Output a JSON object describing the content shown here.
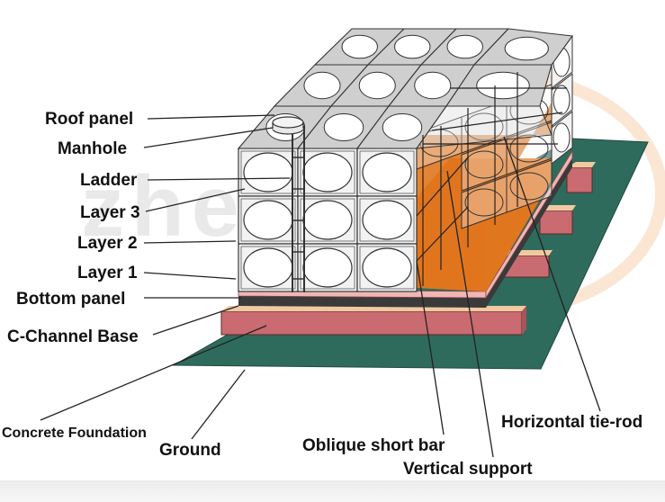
{
  "diagram": {
    "labels": {
      "roof_panel": "Roof panel",
      "manhole": "Manhole",
      "ladder": "Ladder",
      "layer_3": "Layer 3",
      "layer_2": "Layer 2",
      "layer_1": "Layer 1",
      "bottom_panel": "Bottom panel",
      "c_channel_base": "C-Channel Base",
      "concrete_foundation": "Concrete Foundation",
      "ground": "Ground",
      "oblique_short_bar": "Oblique short bar",
      "vertical_support": "Vertical support",
      "horizontal_tie_rod": "Horizontal tie-rod"
    },
    "watermark": "zhenmao",
    "colors": {
      "ground": "#2f6b5c",
      "c_channel": "#c96b70",
      "bottom_panel": "#f0b6b6",
      "interior": "#e0761e",
      "panel_face": "#f2f2f2",
      "roof_panel": "#cfcfcf"
    }
  }
}
